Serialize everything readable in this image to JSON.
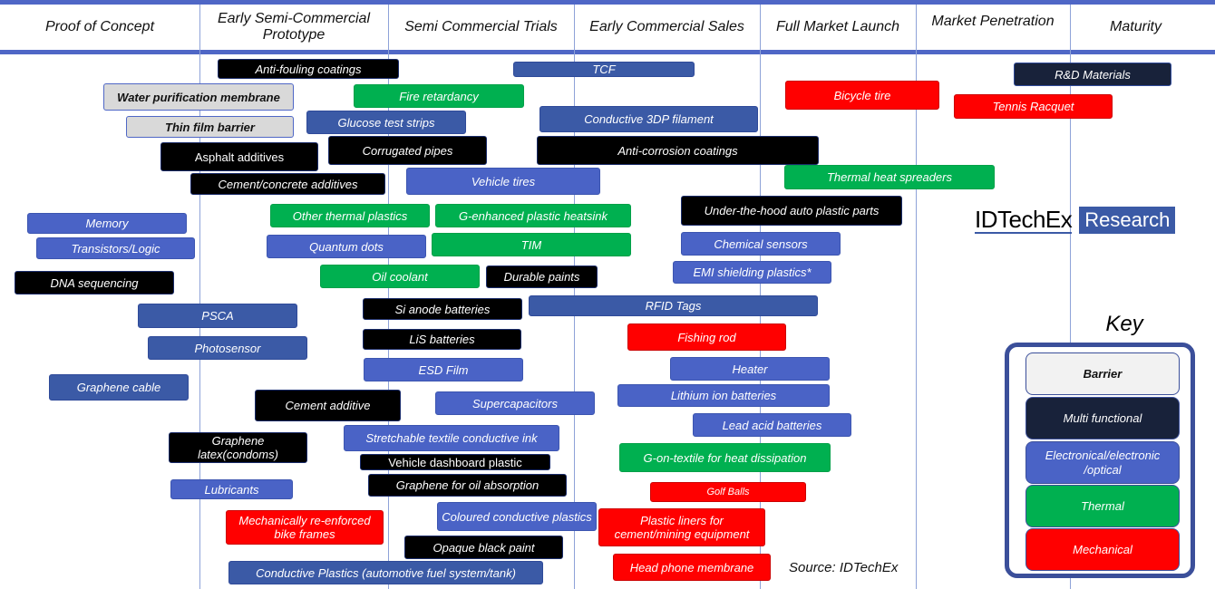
{
  "columns": [
    "Proof of Concept",
    "Early Semi-Commercial Prototype",
    "Semi Commercial Trials",
    "Early Commercial Sales",
    "Full Market Launch",
    "Market Penetration",
    "Maturity"
  ],
  "items": [
    {
      "label": "Anti-fouling coatings",
      "category": "multi"
    },
    {
      "label": "Water purification membrane",
      "category": "barrier"
    },
    {
      "label": "Thin film barrier",
      "category": "barrier"
    },
    {
      "label": "Asphalt additives",
      "category": "multi"
    },
    {
      "label": "Cement/concrete additives",
      "category": "multi"
    },
    {
      "label": "Fire retardancy",
      "category": "thermal"
    },
    {
      "label": "Glucose test strips",
      "category": "electronic"
    },
    {
      "label": "Corrugated  pipes",
      "category": "multi"
    },
    {
      "label": "Vehicle tires",
      "category": "electronic"
    },
    {
      "label": "TCF",
      "category": "electronic"
    },
    {
      "label": "Conductive 3DP filament",
      "category": "electronic"
    },
    {
      "label": "Anti-corrosion coatings",
      "category": "multi"
    },
    {
      "label": "Bicycle tire",
      "category": "mechanical"
    },
    {
      "label": "Thermal heat spreaders",
      "category": "thermal"
    },
    {
      "label": "R&D Materials",
      "category": "multi"
    },
    {
      "label": "Tennis  Racquet",
      "category": "mechanical"
    },
    {
      "label": "Memory",
      "category": "electronic"
    },
    {
      "label": "Transistors/Logic",
      "category": "electronic"
    },
    {
      "label": "DNA sequencing",
      "category": "multi"
    },
    {
      "label": "Other thermal plastics",
      "category": "thermal"
    },
    {
      "label": "G-enhanced plastic heatsink",
      "category": "thermal"
    },
    {
      "label": "Quantum dots",
      "category": "electronic"
    },
    {
      "label": "TIM",
      "category": "thermal"
    },
    {
      "label": "Under-the-hood auto plastic parts",
      "category": "multi"
    },
    {
      "label": "Chemical sensors",
      "category": "electronic"
    },
    {
      "label": "EMI shielding plastics*",
      "category": "electronic"
    },
    {
      "label": "Oil coolant",
      "category": "thermal"
    },
    {
      "label": "Durable paints",
      "category": "multi"
    },
    {
      "label": "PSCA",
      "category": "electronic"
    },
    {
      "label": "Si anode batteries",
      "category": "multi"
    },
    {
      "label": "RFID Tags",
      "category": "electronic"
    },
    {
      "label": "LiS batteries",
      "category": "multi"
    },
    {
      "label": "Fishing rod",
      "category": "mechanical"
    },
    {
      "label": "Photosensor",
      "category": "electronic"
    },
    {
      "label": "ESD Film",
      "category": "electronic"
    },
    {
      "label": "Heater",
      "category": "electronic"
    },
    {
      "label": "Graphene cable",
      "category": "electronic"
    },
    {
      "label": "Cement additive",
      "category": "multi"
    },
    {
      "label": "Supercapacitors",
      "category": "electronic"
    },
    {
      "label": "Lithium ion batteries",
      "category": "electronic"
    },
    {
      "label": "Lead acid batteries",
      "category": "electronic"
    },
    {
      "label": "Graphene latex(condoms)",
      "category": "multi"
    },
    {
      "label": "Stretchable textile conductive ink",
      "category": "electronic"
    },
    {
      "label": "G-on-textile for heat dissipation",
      "category": "thermal"
    },
    {
      "label": "Vehicle dashboard plastic",
      "category": "multi"
    },
    {
      "label": "Graphene for oil absorption",
      "category": "multi"
    },
    {
      "label": "Lubricants",
      "category": "electronic"
    },
    {
      "label": "Golf Balls",
      "category": "mechanical"
    },
    {
      "label": "Mechanically re-enforced bike frames",
      "category": "mechanical"
    },
    {
      "label": "Coloured conductive plastics",
      "category": "electronic"
    },
    {
      "label": "Plastic liners for cement/mining equipment",
      "category": "mechanical"
    },
    {
      "label": "Opaque black paint",
      "category": "multi"
    },
    {
      "label": "Head phone membrane",
      "category": "mechanical"
    },
    {
      "label": "Conductive Plastics (automotive fuel system/tank)",
      "category": "electronic"
    }
  ],
  "logo": {
    "name": "IDTechEx",
    "suffix": "Research"
  },
  "key": {
    "title": "Key",
    "entries": [
      {
        "label": "Barrier",
        "color": "#f2f2f2"
      },
      {
        "label": "Multi functional",
        "color": "#18223a"
      },
      {
        "label": "Electronical/electronic /optical",
        "color": "#4a63c6"
      },
      {
        "label": "Thermal",
        "color": "#00b050"
      },
      {
        "label": "Mechanical",
        "color": "#ff0000"
      }
    ]
  },
  "source": "Source: IDTechEx"
}
